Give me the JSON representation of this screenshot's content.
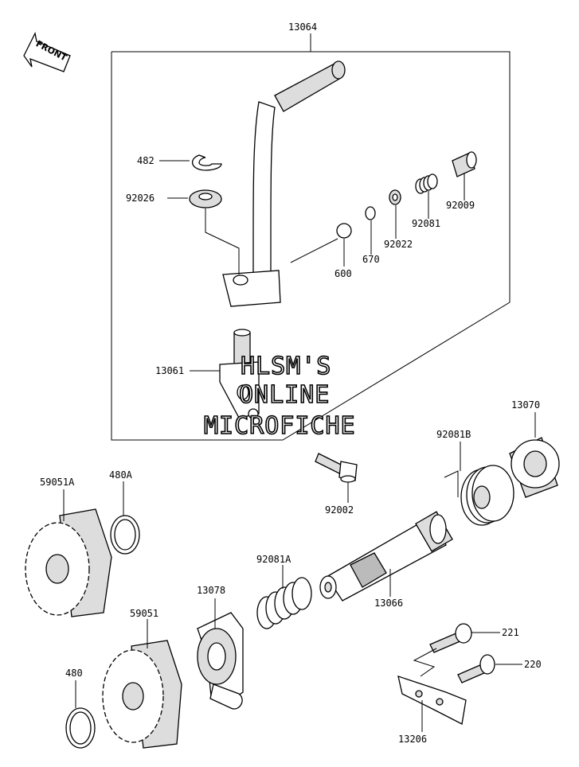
{
  "orientation": {
    "front_label": "FRONT"
  },
  "watermark": {
    "line1": "HLSM'S",
    "line2": "ONLINE",
    "line3": "MICROFICHE"
  },
  "parts": {
    "p13064": "13064",
    "p482": "482",
    "p92026": "92026",
    "p92009": "92009",
    "p92081": "92081",
    "p92022": "92022",
    "p670": "670",
    "p600": "600",
    "p13061": "13061",
    "p92002": "92002",
    "p13070": "13070",
    "p92081B": "92081B",
    "p59051A": "59051A",
    "p480A": "480A",
    "p92081A": "92081A",
    "p13066": "13066",
    "p13078": "13078",
    "p59051": "59051",
    "p480": "480",
    "p221": "221",
    "p220": "220",
    "p13206": "13206"
  }
}
